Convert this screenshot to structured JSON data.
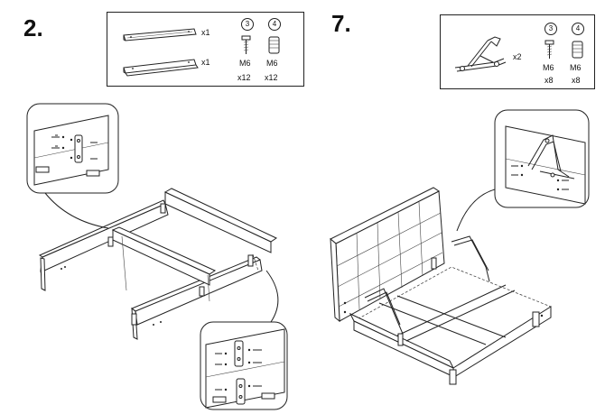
{
  "steps": [
    {
      "number": "2.",
      "parts": [
        {
          "qty": "x1"
        },
        {
          "qty": "x1"
        }
      ],
      "fasteners": [
        {
          "index": "3",
          "size": "M6",
          "qty": "x12"
        },
        {
          "index": "4",
          "size": "M6",
          "qty": "x12"
        }
      ]
    },
    {
      "number": "7.",
      "parts": [
        {
          "qty": "x2"
        }
      ],
      "fasteners": [
        {
          "index": "3",
          "size": "M6",
          "qty": "x8"
        },
        {
          "index": "4",
          "size": "M6",
          "qty": "x8"
        }
      ]
    }
  ]
}
